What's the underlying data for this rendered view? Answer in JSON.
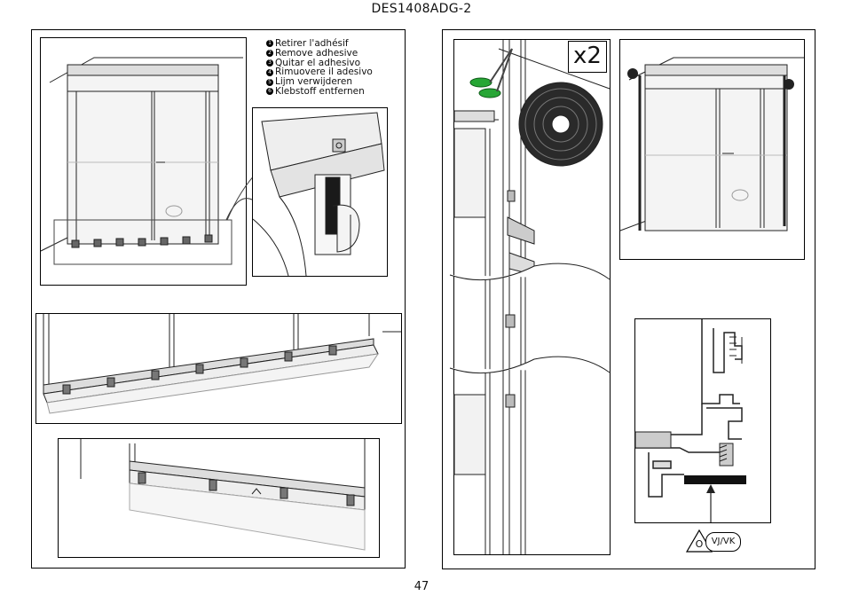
{
  "document": {
    "code": "DES1408ADG-2",
    "page_number": "47"
  },
  "step_left": {
    "instructions": [
      {
        "marker": "1",
        "text": "Retirer l'adhésif"
      },
      {
        "marker": "2",
        "text": "Remove adhesive"
      },
      {
        "marker": "3",
        "text": "Quitar el adhesivo"
      },
      {
        "marker": "4",
        "text": "Rimuovere il adesivo"
      },
      {
        "marker": "5",
        "text": "Lijm verwijderen"
      },
      {
        "marker": "6",
        "text": "Klebstoff entfernen"
      }
    ]
  },
  "step_right": {
    "quantity": "x2",
    "warning_symbol": "O",
    "reference_code": "VJ/VK"
  }
}
